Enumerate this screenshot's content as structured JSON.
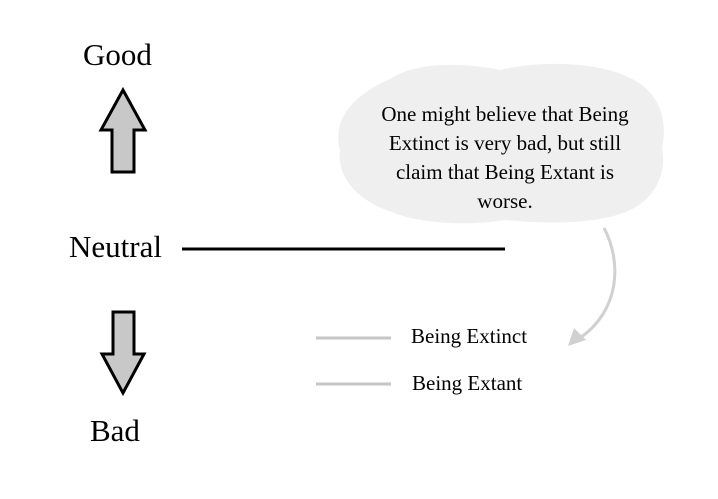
{
  "diagram": {
    "scale_top": "Good",
    "scale_middle": "Neutral",
    "scale_bottom": "Bad",
    "note": "One might believe that Being Extinct is very bad, but still claim that Being Extant is worse.",
    "legend": [
      {
        "label": "Being Extinct"
      },
      {
        "label": "Being Extant"
      }
    ]
  },
  "colors": {
    "arrow_fill": "#c8c8c8",
    "outline": "#000000",
    "bubble_fill": "#efefef",
    "legend_line": "#c6c6c6",
    "pointer_arrow": "#d0d0d0"
  }
}
